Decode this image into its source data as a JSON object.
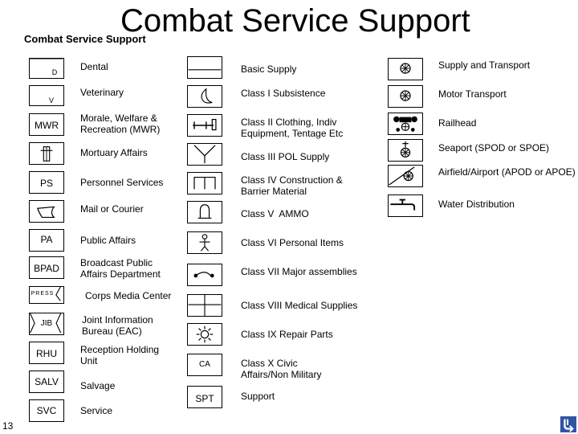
{
  "title": "Combat Service Support",
  "subtitle": "Combat Service Support",
  "page_number": "13",
  "col1": {
    "dental": {
      "label": "Dental",
      "symbol": "D"
    },
    "veterinary": {
      "label": "Veterinary",
      "symbol": "V"
    },
    "mwr": {
      "label": "Morale, Welfare & Recreation (MWR)",
      "symbol": "MWR"
    },
    "mortuary": {
      "label": "Mortuary Affairs"
    },
    "personnel": {
      "label": "Personnel Services",
      "symbol": "PS"
    },
    "mail": {
      "label": "Mail or Courier"
    },
    "public_affairs": {
      "label": "Public Affairs",
      "symbol": "PA"
    },
    "broadcast": {
      "label": "Broadcast Public Affairs Department",
      "symbol": "BPAD"
    },
    "press": {
      "label": "Corps Media Center",
      "symbol": "PRESS"
    },
    "jib": {
      "label": "Joint Information Bureau (EAC)",
      "symbol": "JIB"
    },
    "rhu": {
      "label": "Reception Holding Unit",
      "symbol": "RHU"
    },
    "salv": {
      "label": "Salvage",
      "symbol": "SALV"
    },
    "svc": {
      "label": "Service",
      "symbol": "SVC"
    }
  },
  "col2": {
    "basic_supply": {
      "label": "Basic Supply"
    },
    "class1": {
      "label": "Class I Subsistence"
    },
    "class2": {
      "label": "Class II Clothing, Indiv Equipment, Tentage Etc"
    },
    "class3": {
      "label": "Class III POL Supply"
    },
    "class4": {
      "label": "Class IV Construction & Barrier Material"
    },
    "class5": {
      "label": "Class V  AMMO"
    },
    "class6": {
      "label": "Class VI Personal Items"
    },
    "class7": {
      "label": "Class VII Major assemblies"
    },
    "class8": {
      "label": "Class VIII Medical Supplies"
    },
    "class9": {
      "label": "Class IX Repair Parts"
    },
    "class10": {
      "label": "Class X Civic Affairs/Non Military",
      "symbol": "CA"
    },
    "support": {
      "label": "Support",
      "symbol": "SPT"
    }
  },
  "col3": {
    "supply_transport": {
      "label": "Supply and Transport"
    },
    "motor_transport": {
      "label": "Motor Transport"
    },
    "railhead": {
      "label": "Railhead"
    },
    "seaport": {
      "label": "Seaport (SPOD or SPOE)"
    },
    "airfield": {
      "label": "Airfield/Airport (APOD or APOE)"
    },
    "water": {
      "label": "Water Distribution"
    }
  }
}
